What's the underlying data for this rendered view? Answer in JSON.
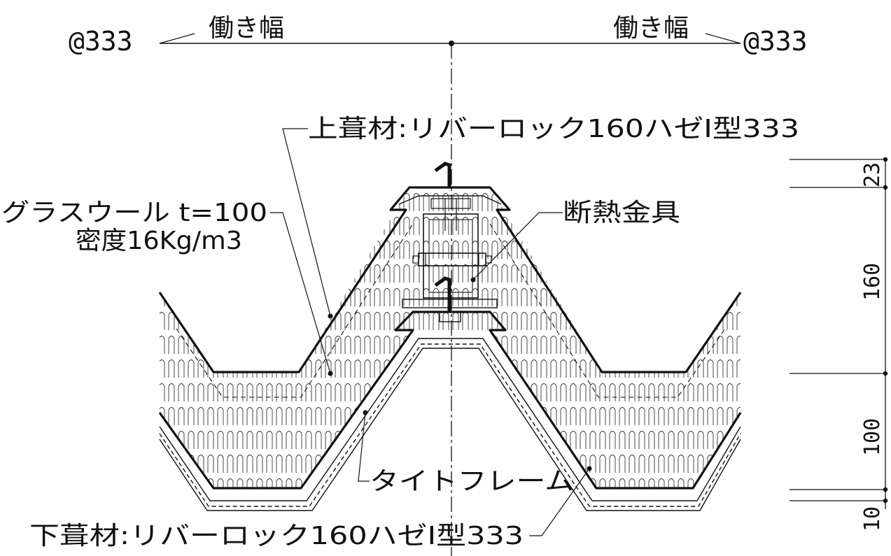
{
  "dimensions_top": {
    "left": {
      "pitch": "@333",
      "label": "働き幅"
    },
    "right": {
      "pitch": "@333",
      "label": "働き幅"
    }
  },
  "callouts": {
    "upper_roofing": "上葺材:リバーロック160ハゼⅠ型333",
    "glass_wool_1": "グラスウール t=100",
    "glass_wool_2": "密度16Kg/m3",
    "bracket": "断熱金具",
    "tight_frame": "タイトフレーム",
    "lower_roofing": "下葺材:リバーロック160ハゼⅠ型333"
  },
  "dimensions_right": [
    "23",
    "160",
    "100",
    "10"
  ],
  "colors": {
    "line": "#111111",
    "background": "#ffffff"
  }
}
